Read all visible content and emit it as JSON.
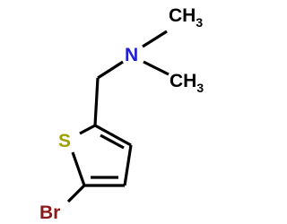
{
  "molecule": {
    "atoms": {
      "methyl_top": {
        "label": "CH",
        "subscript": "3"
      },
      "methyl_right": {
        "label": "CH",
        "subscript": "3"
      },
      "nitrogen": {
        "label": "N"
      },
      "sulfur": {
        "label": "S"
      },
      "bromine": {
        "label": "Br"
      }
    },
    "colors": {
      "bond": "#000000",
      "carbon": "#000000",
      "nitrogen": "#1f1fd6",
      "sulfur": "#a0a000",
      "bromine": "#8b1a1a"
    }
  }
}
